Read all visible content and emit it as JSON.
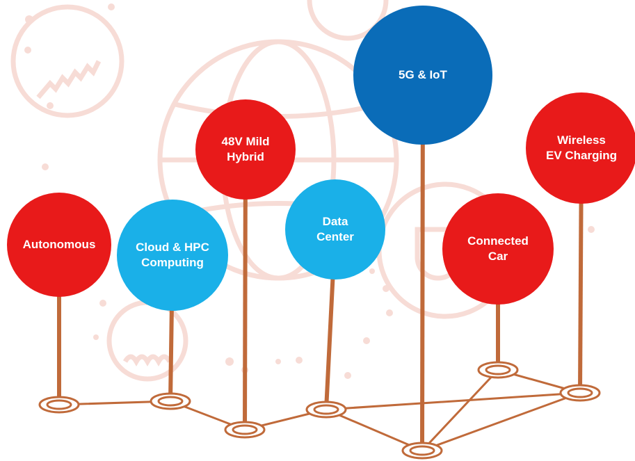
{
  "nodes": [
    {
      "id": "autonomous",
      "lines": [
        "Autonomous"
      ],
      "color": "#e81a1a",
      "text_color": "#ffffff"
    },
    {
      "id": "cloud-hpc",
      "lines": [
        "Cloud & HPC",
        "Computing"
      ],
      "color": "#1ab0e8",
      "text_color": "#ffffff"
    },
    {
      "id": "48v-mild-hybrid",
      "lines": [
        "48V Mild",
        "Hybrid"
      ],
      "color": "#e81a1a",
      "text_color": "#ffffff"
    },
    {
      "id": "data-center",
      "lines": [
        "Data",
        "Center"
      ],
      "color": "#1ab0e8",
      "text_color": "#ffffff"
    },
    {
      "id": "5g-iot",
      "lines": [
        "5G & IoT"
      ],
      "color": "#0a6cb8",
      "text_color": "#ffffff"
    },
    {
      "id": "connected-car",
      "lines": [
        "Connected",
        "Car"
      ],
      "color": "#e81a1a",
      "text_color": "#ffffff"
    },
    {
      "id": "wireless-ev-charging",
      "lines": [
        "Wireless",
        "EV Charging"
      ],
      "color": "#e81a1a",
      "text_color": "#ffffff"
    }
  ],
  "network": {
    "edges": [
      [
        "autonomous",
        "cloud-hpc"
      ],
      [
        "cloud-hpc",
        "48v-mild-hybrid"
      ],
      [
        "48v-mild-hybrid",
        "data-center"
      ],
      [
        "data-center",
        "5g-iot"
      ],
      [
        "data-center",
        "wireless-ev-charging"
      ],
      [
        "5g-iot",
        "connected-car"
      ],
      [
        "5g-iot",
        "wireless-ev-charging"
      ],
      [
        "connected-car",
        "wireless-ev-charging"
      ]
    ],
    "line_color": "#c06a3a"
  },
  "background": {
    "decor_color": "#f7dcd6",
    "decor_icons": [
      "resistor-icon",
      "globe-icon",
      "inductor-icon",
      "plug-icon"
    ]
  }
}
